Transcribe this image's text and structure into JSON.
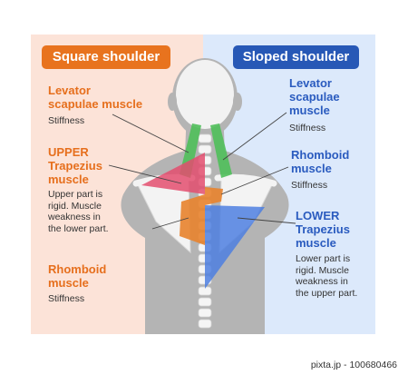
{
  "headers": {
    "left": "Square shoulder",
    "right": "Sloped shoulder"
  },
  "left": {
    "levator": {
      "title_l1": "Levator",
      "title_l2": "scapulae muscle",
      "desc": "Stiffness"
    },
    "upper_trap": {
      "title_l1": "UPPER",
      "title_l2": "Trapezius",
      "title_l3": "muscle",
      "desc_l1": "Upper part is",
      "desc_l2": "rigid. Muscle",
      "desc_l3": "weakness in",
      "desc_l4": "the lower part."
    },
    "rhomboid": {
      "title_l1": "Rhomboid",
      "title_l2": "muscle",
      "desc": "Stiffness"
    }
  },
  "right": {
    "levator": {
      "title_l1": "Levator",
      "title_l2": "scapulae",
      "title_l3": "muscle",
      "desc": "Stiffness"
    },
    "rhomboid": {
      "title_l1": "Rhomboid",
      "title_l2": "muscle",
      "desc": "Stiffness"
    },
    "lower_trap": {
      "title_l1": "LOWER",
      "title_l2": "Trapezius",
      "title_l3": "muscle",
      "desc_l1": "Lower part is",
      "desc_l2": "rigid. Muscle",
      "desc_l3": "weakness in",
      "desc_l4": "the upper part."
    }
  },
  "footer": "pixta.jp - 100680466",
  "colors": {
    "orange": "#e66f1d",
    "blue": "#2a5bbf",
    "panel_left": "#fce3d8",
    "panel_right": "#dce9fb",
    "body_gray": "#b4b4b4",
    "spine": "#f5f5f5",
    "levator_muscle": "#4fbf5a",
    "upper_trapezius": "#e34d6e",
    "rhomboid_muscle": "#e8832e",
    "lower_trapezius": "#4d7fe0"
  }
}
